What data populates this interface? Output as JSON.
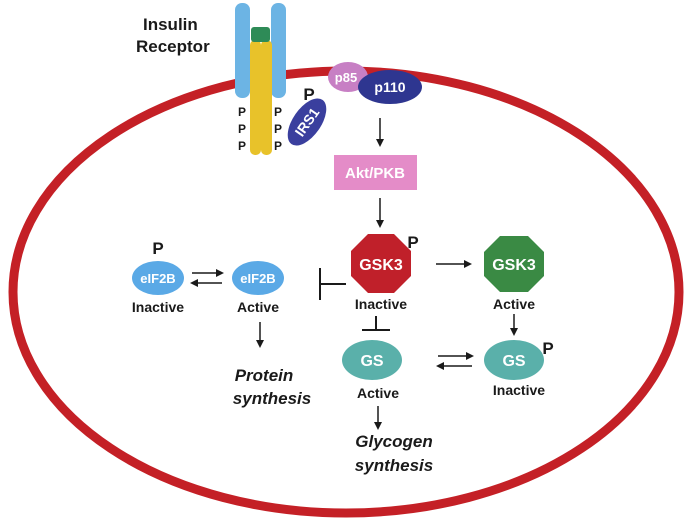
{
  "receptor": {
    "label_line1": "Insulin",
    "label_line2": "Receptor",
    "phospho_mark": "P",
    "colors": {
      "alpha": "#6cb4e4",
      "beta": "#e8c22a",
      "binding": "#2e8b57"
    }
  },
  "irs1": {
    "label": "IRS1",
    "phospho_mark": "P",
    "color": "#3a3f9e"
  },
  "pi3k": {
    "p85_label": "p85",
    "p85_color": "#c77fc4",
    "p110_label": "p110",
    "p110_color": "#2e3690"
  },
  "akt": {
    "label": "Akt/PKB",
    "color": "#e48cc8"
  },
  "gsk3_inactive": {
    "label": "GSK3",
    "state": "Inactive",
    "phospho_mark": "P",
    "color": "#c0202a"
  },
  "gsk3_active": {
    "label": "GSK3",
    "state": "Active",
    "color": "#3a8a44"
  },
  "eif2b_inactive": {
    "label": "eIF2B",
    "state": "Inactive",
    "phospho_mark": "P",
    "color": "#5aa9e6"
  },
  "eif2b_active": {
    "label": "eIF2B",
    "state": "Active",
    "color": "#5aa9e6"
  },
  "gs_active": {
    "label": "GS",
    "state": "Active",
    "color": "#5ab0aa"
  },
  "gs_inactive": {
    "label": "GS",
    "state": "Inactive",
    "phospho_mark": "P",
    "color": "#5ab0aa"
  },
  "outputs": {
    "protein_line1": "Protein",
    "protein_line2": "synthesis",
    "glycogen_line1": "Glycogen",
    "glycogen_line2": "synthesis"
  },
  "cell": {
    "membrane_color": "#c42026"
  }
}
